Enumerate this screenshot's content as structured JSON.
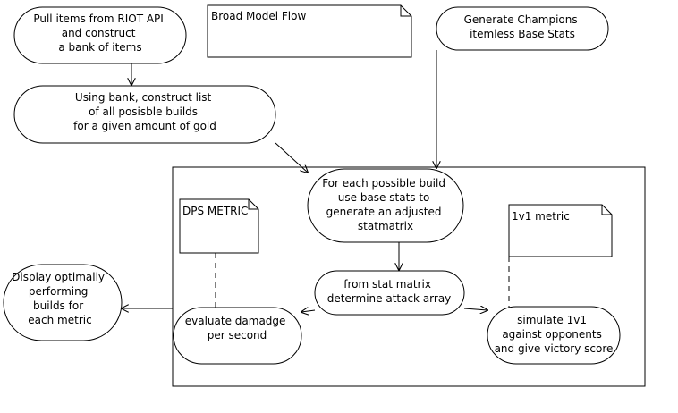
{
  "nodes": {
    "pull_items": [
      "Pull items from RIOT API",
      "and construct",
      "a bank of items"
    ],
    "construct_builds": [
      "Using bank, construct list",
      "of all posisble builds",
      "for a given amount of gold"
    ],
    "generate_champions": [
      "Generate Champions",
      "itemless Base Stats"
    ],
    "adjusted_statmatrix": [
      "For each possible build",
      "use base stats to",
      "generate an adjusted",
      "statmatrix"
    ],
    "attack_array": [
      "from stat matrix",
      "determine attack array"
    ],
    "evaluate_dps": [
      "evaluate damadge",
      "per second"
    ],
    "simulate_1v1": [
      "simulate 1v1",
      "against opponents",
      "and give victory score"
    ],
    "display_builds": [
      "Display optimally",
      "performing",
      "builds for",
      "each metric"
    ]
  },
  "notes": {
    "broad_model_flow": "Broad Model Flow",
    "dps_metric": "DPS METRIC",
    "onev1_metric": "1v1 metric"
  }
}
